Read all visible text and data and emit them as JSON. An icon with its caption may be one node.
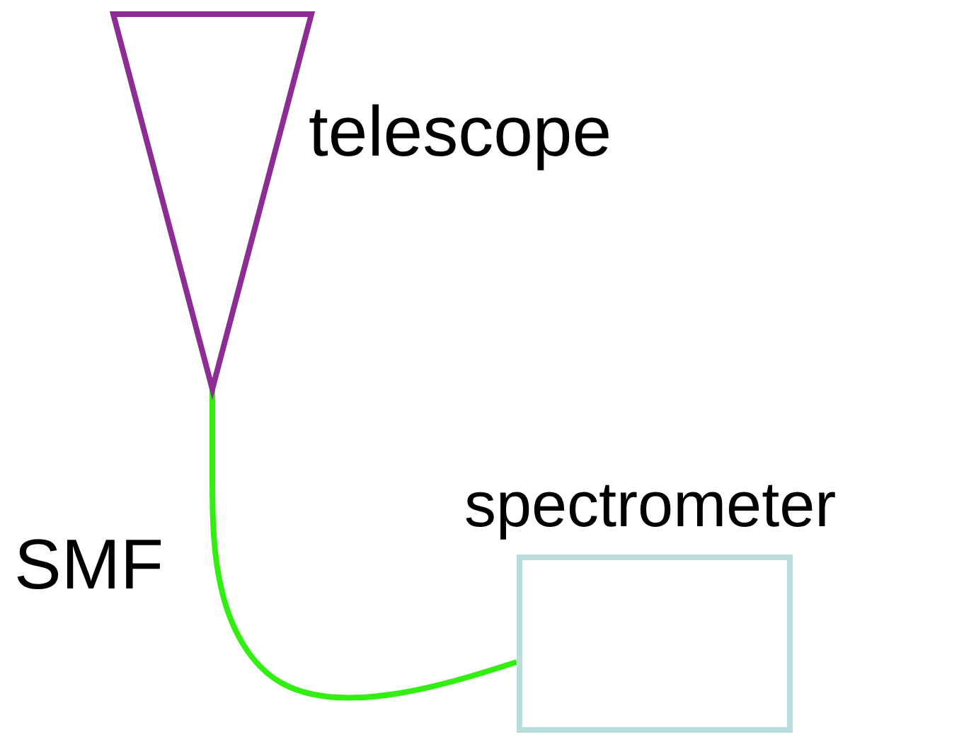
{
  "diagram": {
    "nodes": [
      {
        "text": [],
        "shape": "triangle",
        "beside": [
          "telescope"
        ]
      },
      {
        "text": [],
        "shape": "box",
        "beside": [
          "spectrometer"
        ]
      }
    ],
    "edges": [
      {
        "from": 0,
        "to": 1,
        "arrow": "none",
        "label": "SMF",
        "color": "#33ee11"
      }
    ]
  }
}
